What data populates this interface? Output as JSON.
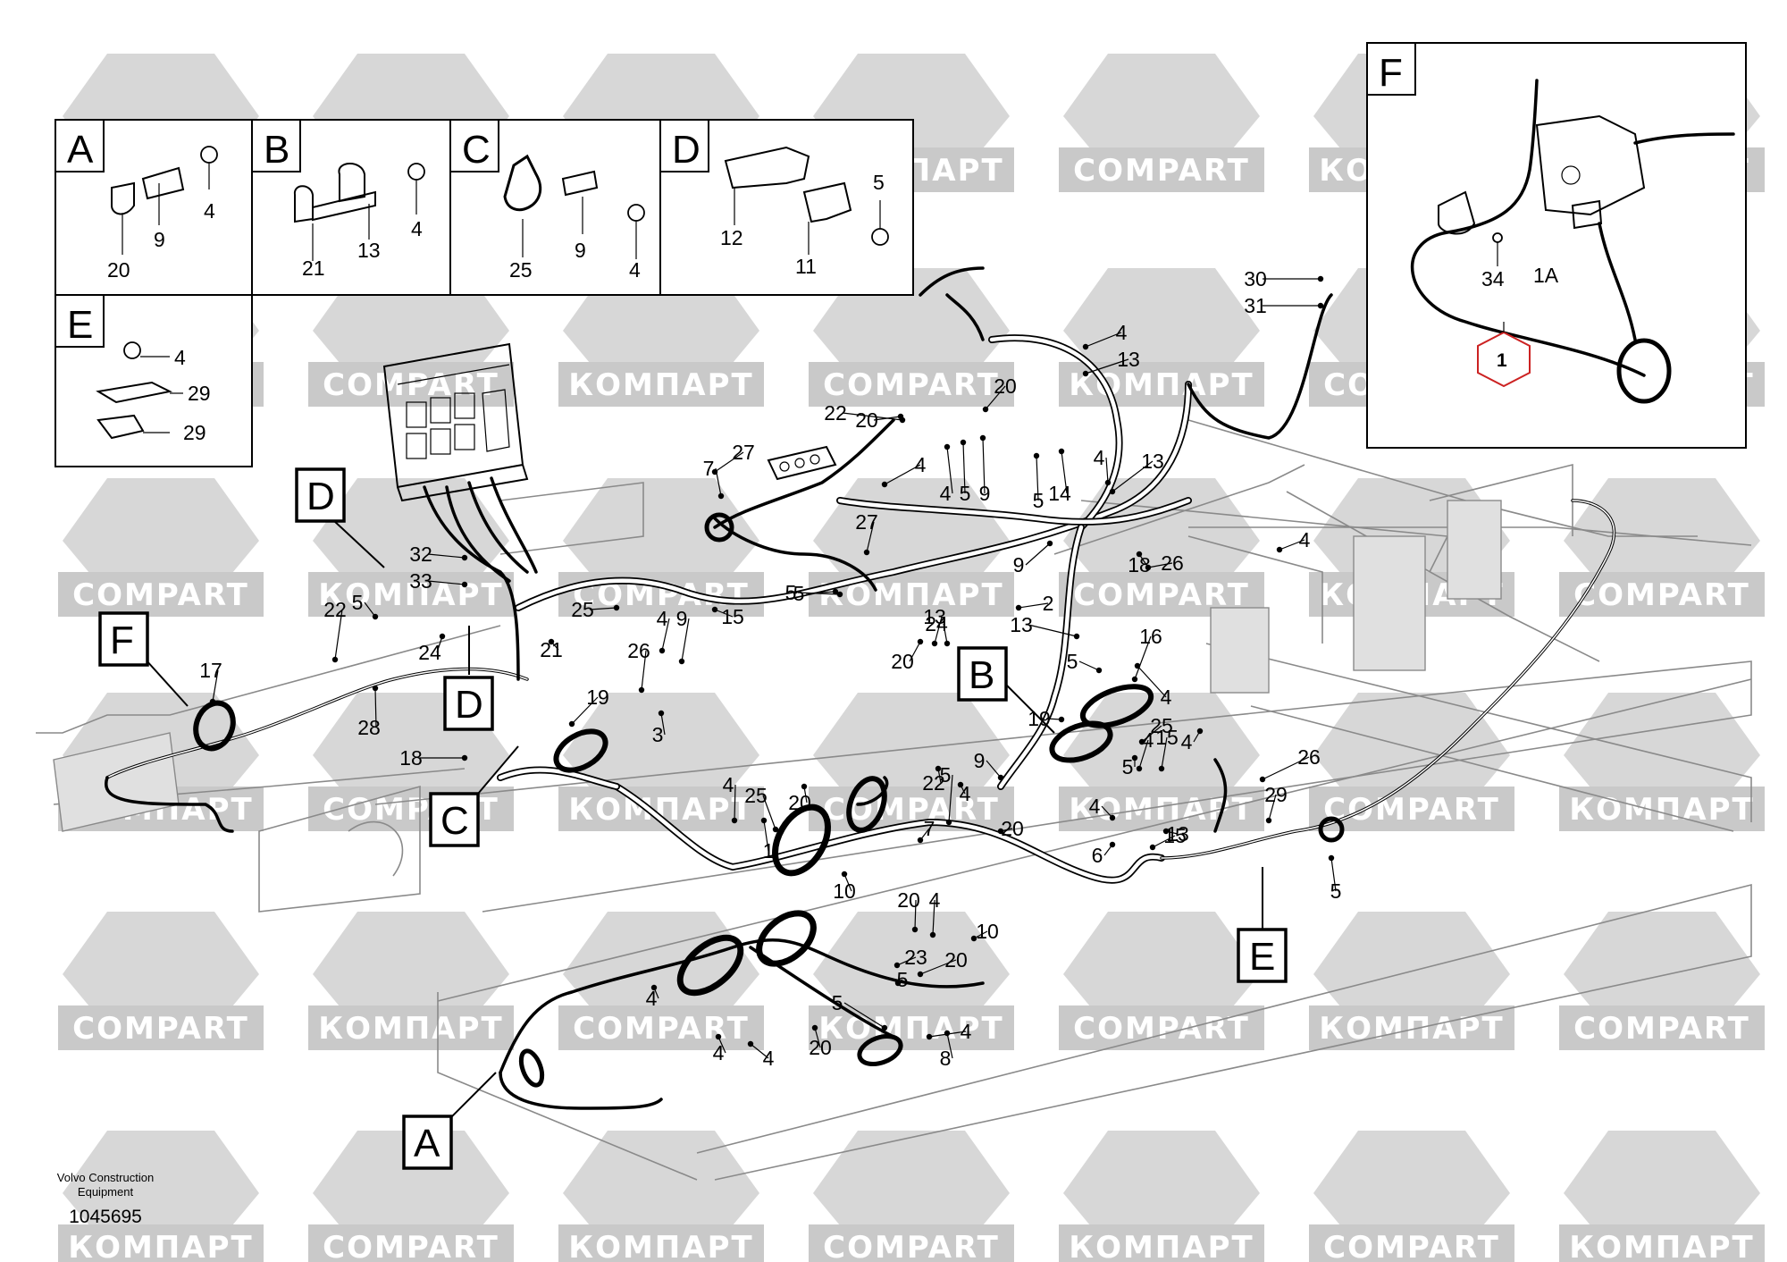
{
  "watermark": {
    "text_latin": "COMPART",
    "text_cyrillic": "КОМПАРТ"
  },
  "detail_boxes": [
    {
      "letter": "A",
      "labels": [
        "4",
        "9",
        "20"
      ]
    },
    {
      "letter": "B",
      "labels": [
        "4",
        "13",
        "21"
      ]
    },
    {
      "letter": "C",
      "labels": [
        "25",
        "9",
        "4"
      ]
    },
    {
      "letter": "D",
      "labels": [
        "5",
        "12",
        "11"
      ]
    },
    {
      "letter": "E",
      "labels": [
        "4",
        "29",
        "29"
      ]
    },
    {
      "letter": "F",
      "labels": [
        "34",
        "1A",
        "1"
      ]
    }
  ],
  "callouts": [
    "D",
    "F",
    "D",
    "C",
    "B",
    "E",
    "A"
  ],
  "part_numbers": {
    "main": [
      "30",
      "31",
      "4",
      "13",
      "20",
      "22",
      "20",
      "27",
      "7",
      "4",
      "4",
      "5",
      "9",
      "5",
      "14",
      "4",
      "13",
      "27",
      "9",
      "18",
      "32",
      "33",
      "5",
      "25",
      "22",
      "5",
      "24",
      "21",
      "17",
      "4",
      "9",
      "15",
      "26",
      "5",
      "20",
      "24",
      "13",
      "2",
      "16",
      "5",
      "28",
      "19",
      "3",
      "18",
      "4",
      "26",
      "13",
      "19",
      "5",
      "4",
      "22",
      "9",
      "4",
      "25",
      "4",
      "4",
      "15",
      "6",
      "26",
      "29",
      "13",
      "15",
      "4",
      "20",
      "4",
      "1",
      "25",
      "10",
      "5",
      "5",
      "7",
      "20",
      "10",
      "20",
      "4",
      "23",
      "20",
      "5",
      "4",
      "5",
      "4",
      "8",
      "20",
      "4",
      "4"
    ]
  },
  "footer": {
    "publisher": "Volvo Construction Equipment",
    "drawing_number": "1045695"
  }
}
